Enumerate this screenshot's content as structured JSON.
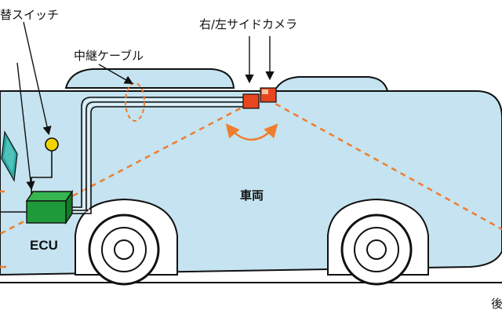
{
  "labels": {
    "switch": "替スイッチ",
    "cable": "中継ケーブル",
    "camera": "右/左サイドカメラ",
    "vehicle": "車両",
    "ecu": "ECU",
    "corner": "後"
  },
  "colors": {
    "body": "#c5e3f0",
    "outline": "#111111",
    "ecu": "#1f9a3a",
    "camera": "#e8461f",
    "dashed": "#ef7d2e",
    "monitor": "#2aa6a0",
    "switch_lamp": "#f2d400"
  },
  "icons": {
    "ecu": "ecu-box-icon",
    "camera": "side-camera-icon",
    "switch": "switch-lamp-icon",
    "monitor": "monitor-icon",
    "wheel": "wheel-icon"
  }
}
